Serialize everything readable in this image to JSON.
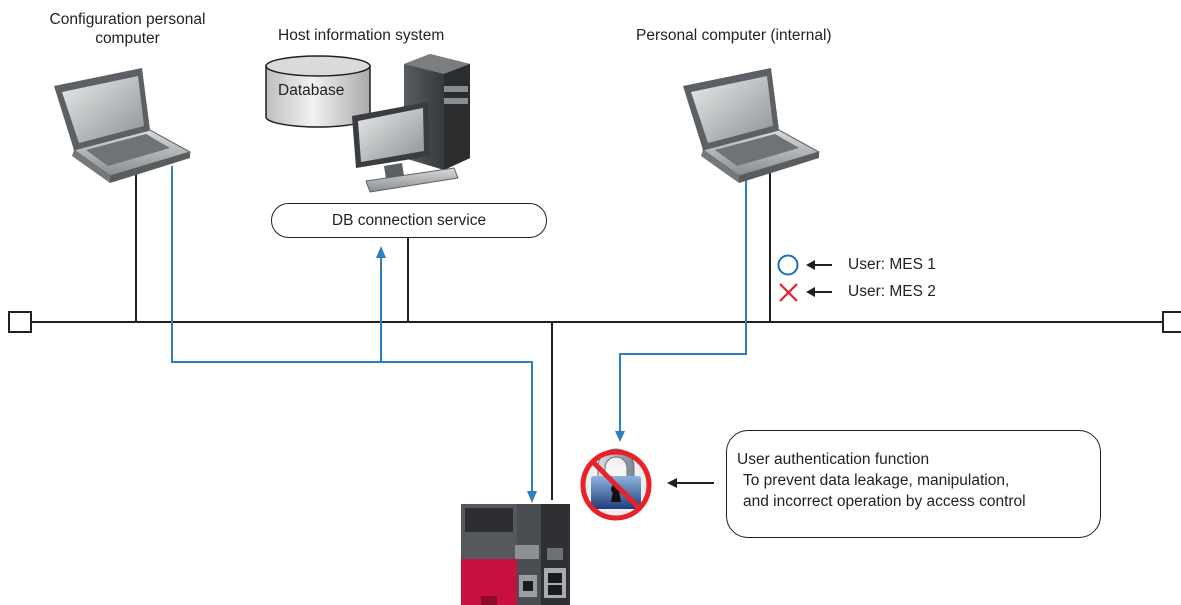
{
  "labels": {
    "config_pc": [
      "Configuration personal",
      "computer"
    ],
    "host_system": "Host information system",
    "database": "Database",
    "internal_pc": "Personal computer (internal)",
    "db_service": "DB connection service",
    "user_ok": "User: MES 1",
    "user_ng": "User: MES 2",
    "auth_title": "User authentication function",
    "auth_line1": "To prevent data leakage, manipulation,",
    "auth_line2": "and incorrect operation by access control"
  },
  "colors": {
    "line": "#231f20",
    "blue_path": "#2e7fbf",
    "ok_mark": "#1e6fb5",
    "ng_mark": "#e8202a",
    "plc_red": "#c8103e"
  },
  "icons": {
    "allowed": "circle-icon",
    "denied": "cross-icon",
    "auth": "prohibited-lock-icon"
  }
}
